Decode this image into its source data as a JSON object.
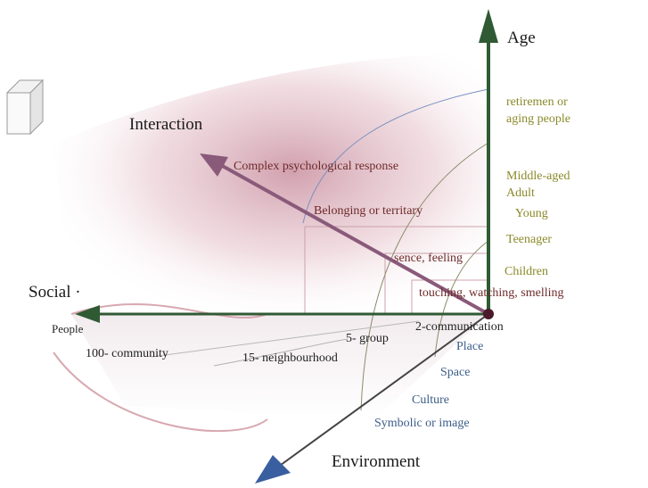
{
  "axes": {
    "age": "Age",
    "interaction": "Interaction",
    "social": "Social ·",
    "environment": "Environment"
  },
  "interaction_levels": [
    "Complex psychological response",
    "Belonging or territary",
    "sence, feeling",
    "touching, watching, smelling"
  ],
  "age_levels": [
    "retiremen or",
    "aging people",
    "Middle-aged",
    "Adult",
    "Young",
    "Teenager",
    "Children"
  ],
  "social_levels": [
    "2-communication",
    "5- group",
    "15- neighbourhood",
    "100-  community",
    "People"
  ],
  "environment_levels": [
    "Place",
    "Space",
    "Culture",
    "Symbolic or image"
  ],
  "colors": {
    "age_axis": "#2f5a34",
    "social_axis": "#2f5a34",
    "interaction_arrow": "#8a5a7a",
    "environment_arrow": "#3a5fa0",
    "origin_dot": "#4a1a2a",
    "interaction_text": "#6e2a2a",
    "age_text": "#8a8a2a",
    "environment_text": "#3c5d88"
  }
}
